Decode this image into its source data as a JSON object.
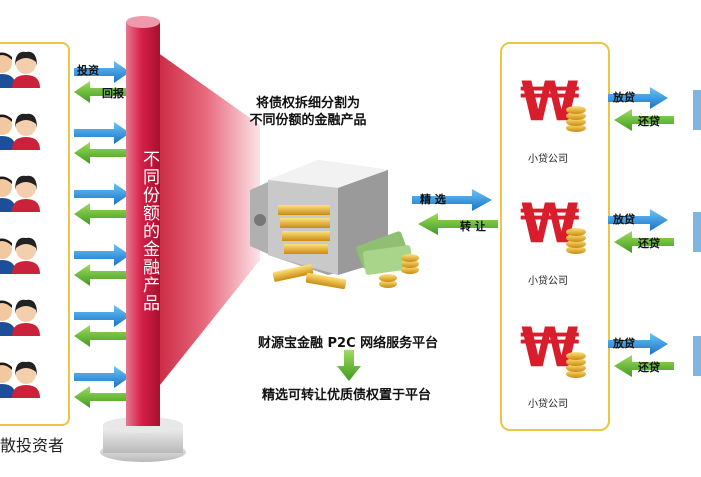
{
  "left": {
    "invest_label": "投资",
    "return_label": "回报",
    "caption": "散投资者"
  },
  "pillar": {
    "text": "不同份额的金融产品"
  },
  "center": {
    "split_line1": "将债权拆细分割为",
    "split_line2": "不同份额的金融产品",
    "select_label": "精 选",
    "transfer_label": "转 让",
    "platform_label": "财源宝金融 P2C 网络服务平台",
    "select_bottom_label": "精选可转让优质债权置于平台"
  },
  "right": {
    "companies": [
      {
        "name": "小贷公司",
        "lend_label": "放贷",
        "repay_label": "还贷"
      },
      {
        "name": "小贷公司",
        "lend_label": "放贷",
        "repay_label": "还贷"
      },
      {
        "name": "小贷公司",
        "lend_label": "放贷",
        "repay_label": "还贷"
      }
    ]
  },
  "colors": {
    "pillar": "#d8234a",
    "funnel": "#d81d43",
    "blue_arrow": "#1f87d7",
    "green_arrow": "#5ab52c",
    "border": "#e8c64a"
  }
}
